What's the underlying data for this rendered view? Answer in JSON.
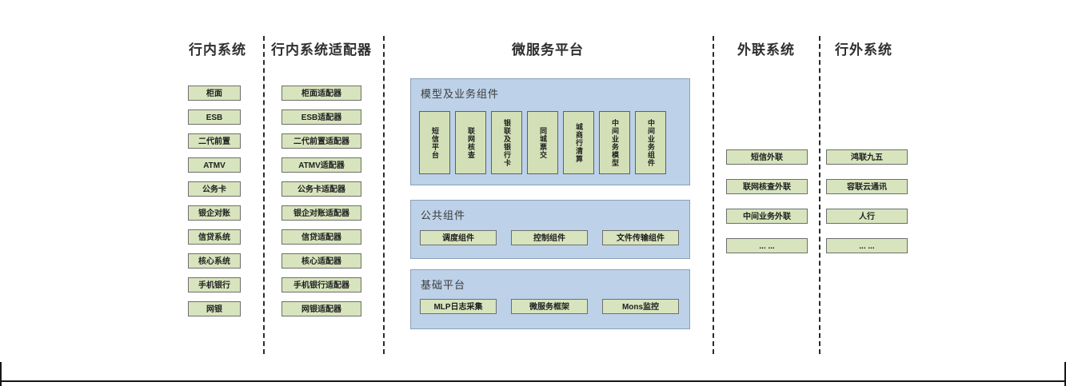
{
  "page": {
    "background": "#ffffff",
    "green_fill": "#d7e4bd",
    "green_border": "#6e6e6e",
    "blue_fill": "#bdd2e8",
    "blue_border": "#8ba0b8",
    "text_color": "#1f1f1f"
  },
  "columns": [
    {
      "header": "行内系统",
      "items": [
        "柜面",
        "ESB",
        "二代前置",
        "ATMV",
        "公务卡",
        "银企对账",
        "信贷系统",
        "核心系统",
        "手机银行",
        "网银"
      ]
    },
    {
      "header": "行内系统适配器",
      "items": [
        "柜面适配器",
        "ESB适配器",
        "二代前置适配器",
        "ATMV适配器",
        "公务卡适配器",
        "银企对账适配器",
        "信贷适配器",
        "核心适配器",
        "手机银行适配器",
        "网银适配器"
      ]
    },
    {
      "header": "微服务平台",
      "panels": [
        {
          "label": "模型及业务组件",
          "items": [
            "短信平台",
            "联网核查",
            "银联及银行卡",
            "同城票交",
            "城商行清算",
            "中间业务模型",
            "中间业务组件"
          ]
        },
        {
          "label": "公共组件",
          "items": [
            "调度组件",
            "控制组件",
            "文件传输组件"
          ]
        },
        {
          "label": "基础平台",
          "items": [
            "MLP日志采集",
            "微服务框架",
            "Mons监控"
          ]
        }
      ]
    },
    {
      "header": "外联系统",
      "items": [
        "短信外联",
        "联网核查外联",
        "中间业务外联",
        "... ..."
      ]
    },
    {
      "header": "行外系统",
      "items": [
        "鸿联九五",
        "容联云通讯",
        "人行",
        "... ..."
      ]
    }
  ]
}
